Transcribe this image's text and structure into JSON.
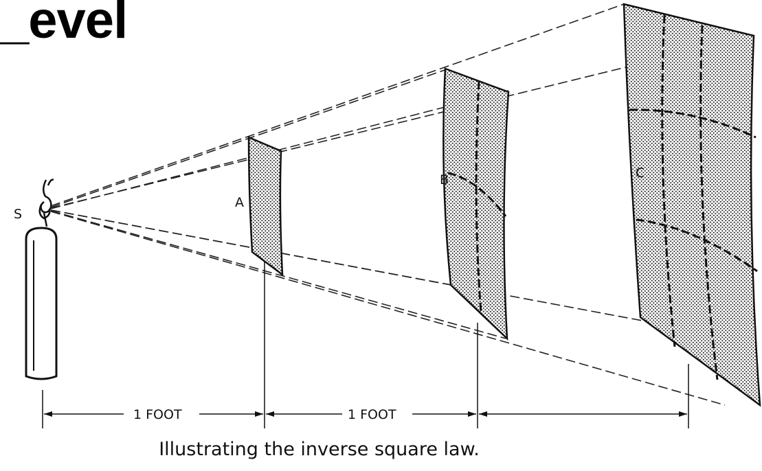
{
  "title": "_evel",
  "labels": {
    "source": "S",
    "surface_a": "A",
    "surface_b": "B",
    "surface_c": "C"
  },
  "distances": [
    "1 FOOT",
    "1 FOOT"
  ],
  "caption": "Illustrating the inverse square law.",
  "colors": {
    "ink": "#111111",
    "background": "#ffffff"
  }
}
